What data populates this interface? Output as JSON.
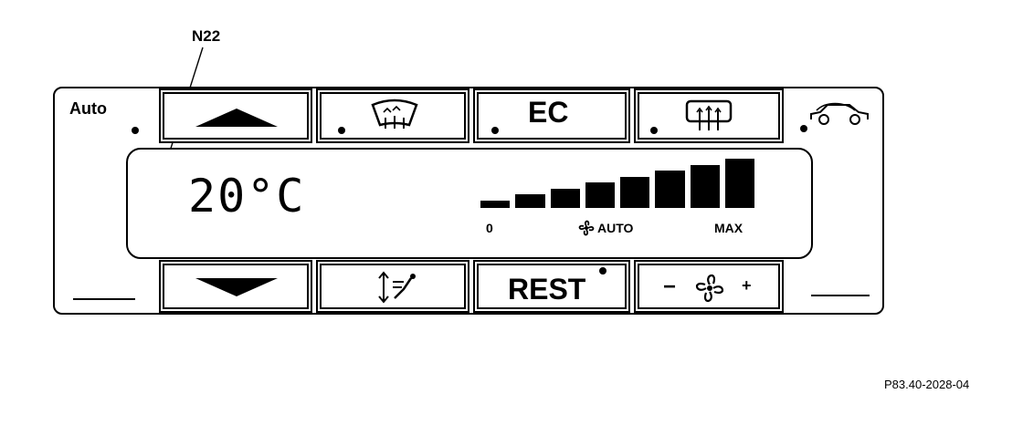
{
  "callout": {
    "label": "N22"
  },
  "left_button": {
    "label": "Auto"
  },
  "buttons_top": [
    {
      "id": "temp-up",
      "icon": "triangle-up-icon"
    },
    {
      "id": "windshield-defrost",
      "icon": "windshield-defrost-icon"
    },
    {
      "id": "ec",
      "label": "EC"
    },
    {
      "id": "rear-defrost",
      "icon": "rear-window-defrost-icon"
    },
    {
      "id": "recirculation",
      "icon": "car-recirculation-icon"
    }
  ],
  "buttons_bottom": [
    {
      "id": "temp-down",
      "icon": "triangle-down-icon"
    },
    {
      "id": "air-distribution",
      "icon": "air-distribution-icon"
    },
    {
      "id": "rest",
      "label": "REST"
    },
    {
      "id": "fan-speed",
      "minus": "−",
      "plus": "+",
      "icon": "fan-icon"
    }
  ],
  "display": {
    "temperature": "20°C",
    "fan_scale": {
      "min_label": "0",
      "auto_label": "AUTO",
      "max_label": "MAX",
      "bars": 8,
      "level_fraction": 1.0
    }
  },
  "figure_ref": "P83.40-2028-04"
}
